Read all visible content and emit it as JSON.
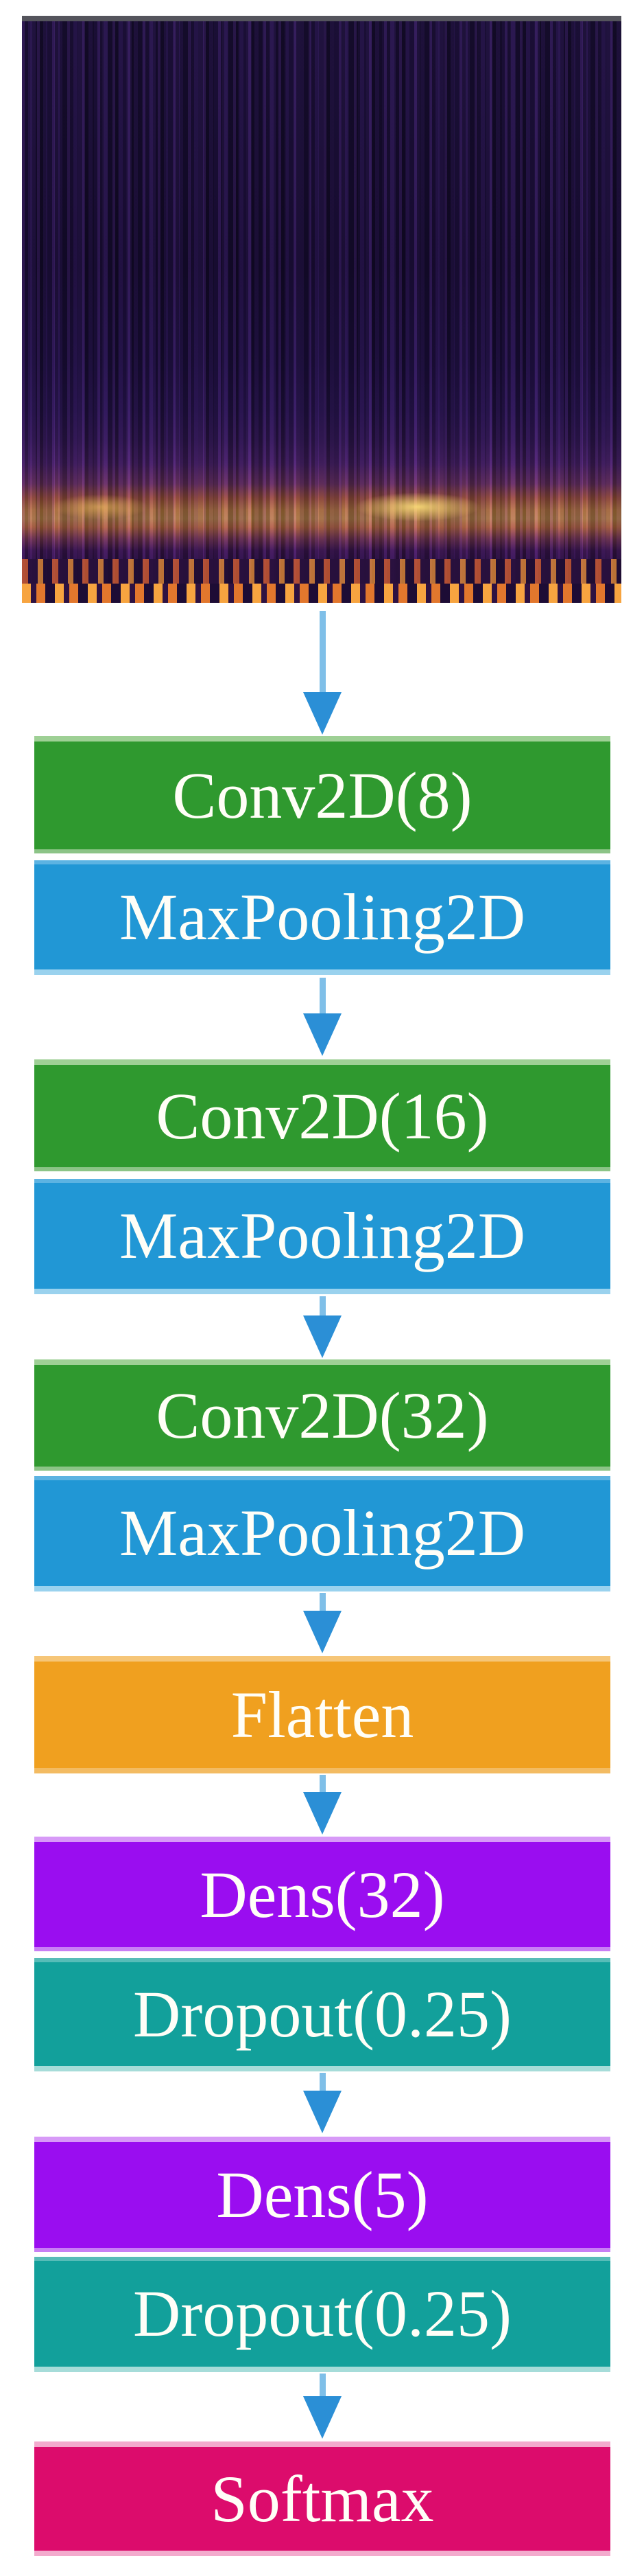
{
  "diagram": {
    "title": "CNN architecture flow diagram",
    "input": {
      "description": "Mel spectrogram input image",
      "appearance": "dark purple spectrogram with bright orange energy band near the bottom"
    },
    "layers": [
      {
        "label": "Conv2D(8)",
        "type": "conv",
        "color": "#2f992f"
      },
      {
        "label": "MaxPooling2D",
        "type": "pool",
        "color": "#2197d5"
      },
      {
        "label": "Conv2D(16)",
        "type": "conv",
        "color": "#2f992f"
      },
      {
        "label": "MaxPooling2D",
        "type": "pool",
        "color": "#2197d5"
      },
      {
        "label": "Conv2D(32)",
        "type": "conv",
        "color": "#2f992f"
      },
      {
        "label": "MaxPooling2D",
        "type": "pool",
        "color": "#2197d5"
      },
      {
        "label": "Flatten",
        "type": "flatten",
        "color": "#f0a01f"
      },
      {
        "label": "Dens(32)",
        "type": "dense",
        "color": "#9a0df0"
      },
      {
        "label": "Dropout(0.25)",
        "type": "dropout",
        "color": "#12a09b"
      },
      {
        "label": "Dens(5)",
        "type": "dense",
        "color": "#9a0df0"
      },
      {
        "label": "Dropout(0.25)",
        "type": "dropout",
        "color": "#12a09b"
      },
      {
        "label": "Softmax",
        "type": "softmax",
        "color": "#dc0c6c"
      }
    ],
    "arrow": {
      "shaft_color": "#7fbfe8",
      "head_color": "#2b8fd6",
      "direction": "down"
    },
    "text_color": "#fffef7"
  }
}
